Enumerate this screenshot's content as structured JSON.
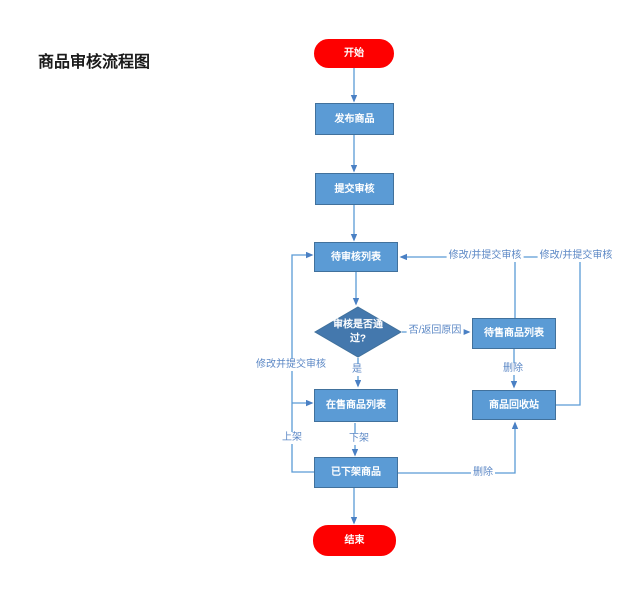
{
  "title": "商品审核流程图",
  "colors": {
    "node_red": "#fe0000",
    "node_blue": "#5b9bd5",
    "node_border": "#41719c",
    "diamond_blue": "#4478ad",
    "line_blue": "#5b9bd5",
    "arrow_blue": "#4a80c4",
    "label_blue": "#5b87c5"
  },
  "nodes": {
    "start": {
      "label": "开始",
      "type": "terminator"
    },
    "publish": {
      "label": "发布商品",
      "type": "process"
    },
    "submit": {
      "label": "提交审核",
      "type": "process"
    },
    "pending": {
      "label": "待审核列表",
      "type": "process"
    },
    "decision": {
      "label": "审核是否通过?",
      "type": "decision"
    },
    "onsale": {
      "label": "在售商品列表",
      "type": "process"
    },
    "offshelf": {
      "label": "已下架商品",
      "type": "process"
    },
    "forsale": {
      "label": "待售商品列表",
      "type": "process"
    },
    "recycle": {
      "label": "商品回收站",
      "type": "process"
    },
    "end": {
      "label": "结束",
      "type": "terminator"
    }
  },
  "edge_labels": {
    "yes": "是",
    "no_reason": "否/返回原因",
    "modify_left": "修改并提交审核",
    "modify_right1": "修改/并提交审核",
    "modify_right2": "修改/并提交审核",
    "on_shelf": "上架",
    "off_shelf": "下架",
    "delete_mid": "删除",
    "delete_bottom": "删除"
  }
}
